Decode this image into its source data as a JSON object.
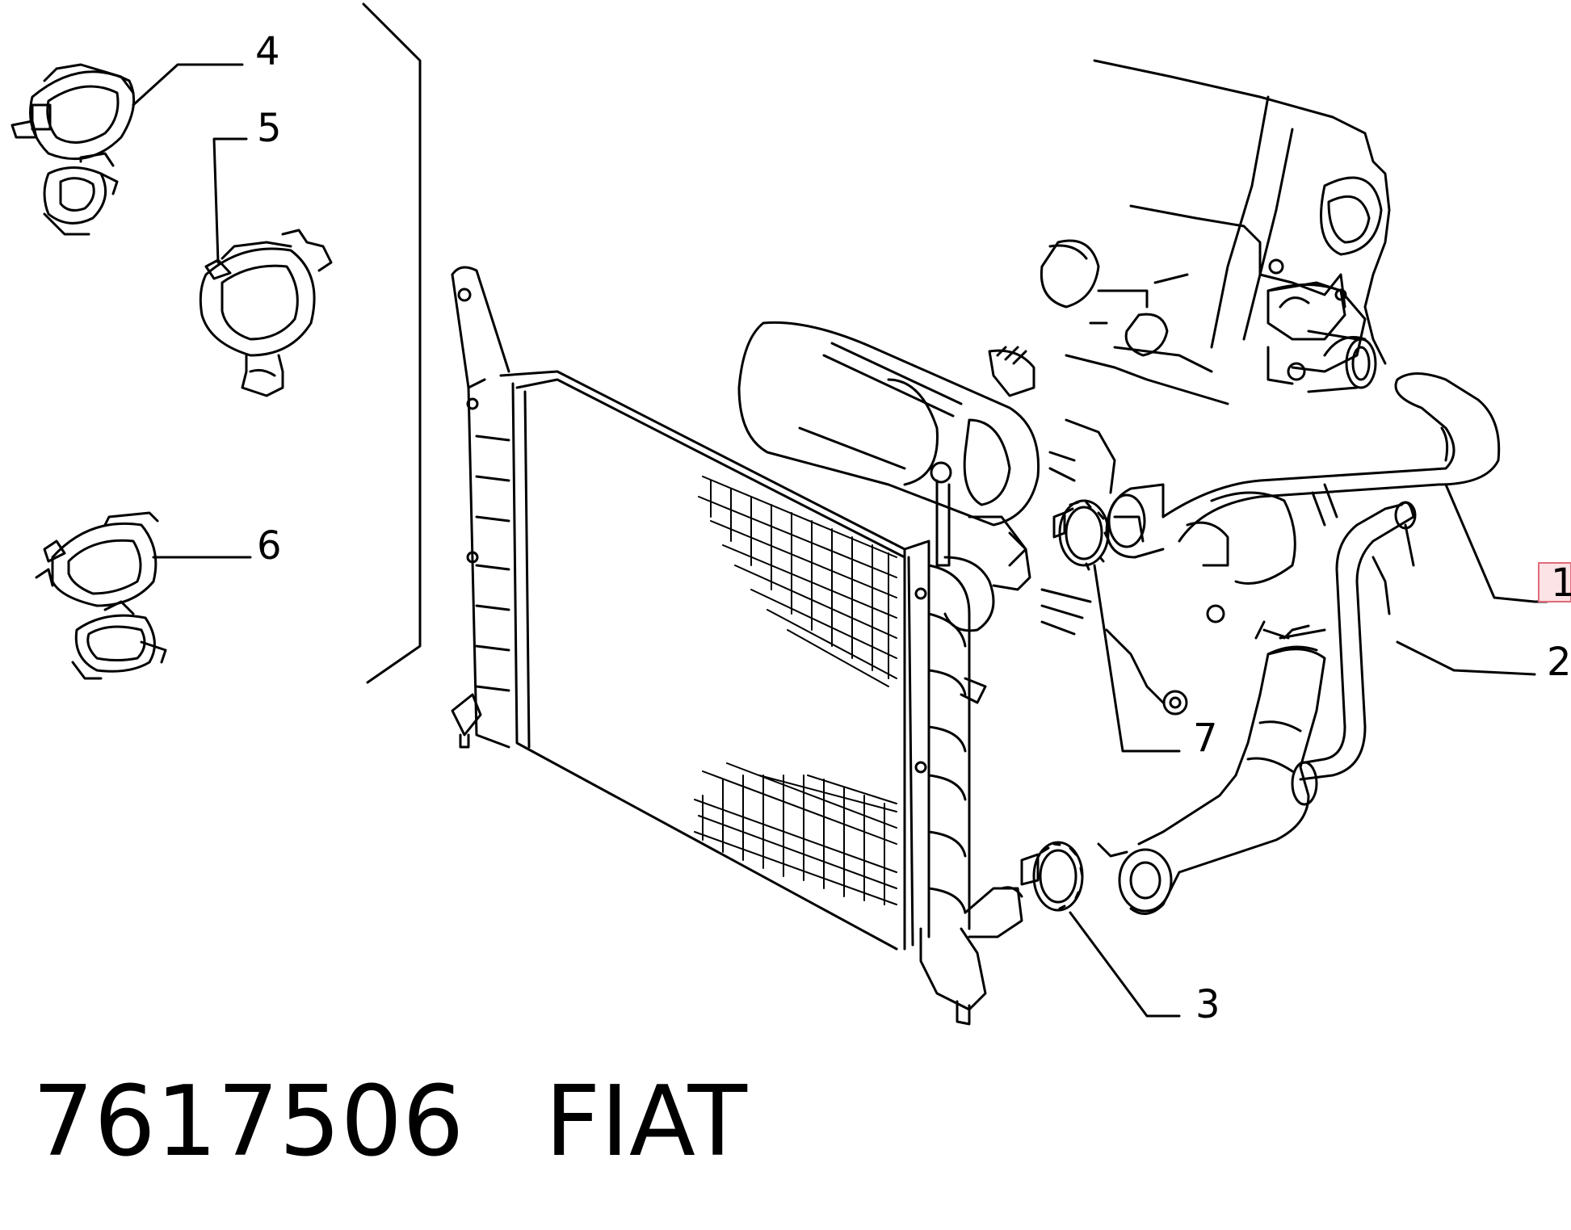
{
  "callouts": [
    {
      "id": "1",
      "label": "1",
      "highlighted": true
    },
    {
      "id": "2",
      "label": "2"
    },
    {
      "id": "3",
      "label": "3"
    },
    {
      "id": "4",
      "label": "4"
    },
    {
      "id": "5",
      "label": "5"
    },
    {
      "id": "6",
      "label": "6"
    },
    {
      "id": "7",
      "label": "7"
    }
  ],
  "footer": {
    "part_number": "7617506",
    "brand": "FIAT"
  },
  "colors": {
    "line": "#000000",
    "highlight_fill": "#fbe3e6",
    "highlight_stroke": "#e06a7a",
    "background": "#ffffff"
  }
}
